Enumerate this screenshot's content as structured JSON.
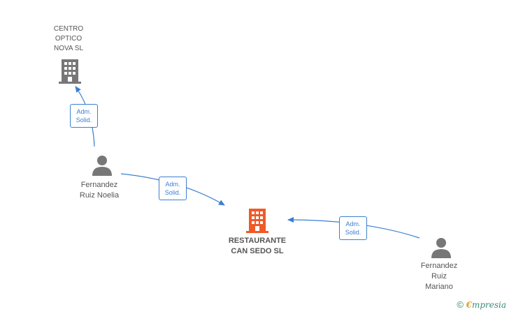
{
  "nodes": {
    "centro": {
      "lines": [
        "CENTRO",
        "OPTICO",
        "NOVA  SL"
      ]
    },
    "restaurante": {
      "lines": [
        "RESTAURANTE",
        "CAN SEDO  SL"
      ]
    },
    "noelia": {
      "lines": [
        "Fernandez",
        "Ruiz Noelia"
      ]
    },
    "mariano": {
      "lines": [
        "Fernandez",
        "Ruiz",
        "Mariano"
      ]
    }
  },
  "edges": {
    "noelia_centro": {
      "line1": "Adm.",
      "line2": "Solid."
    },
    "noelia_restaurante": {
      "line1": "Adm.",
      "line2": "Solid."
    },
    "mariano_restaurante": {
      "line1": "Adm.",
      "line2": "Solid."
    }
  },
  "colors": {
    "accent": "#3b7fd0",
    "company": "#777777",
    "main_company": "#f05a28",
    "person": "#777777"
  },
  "footer": {
    "copyright": "©",
    "brand_first": "€",
    "brand_rest": "mpresia"
  }
}
